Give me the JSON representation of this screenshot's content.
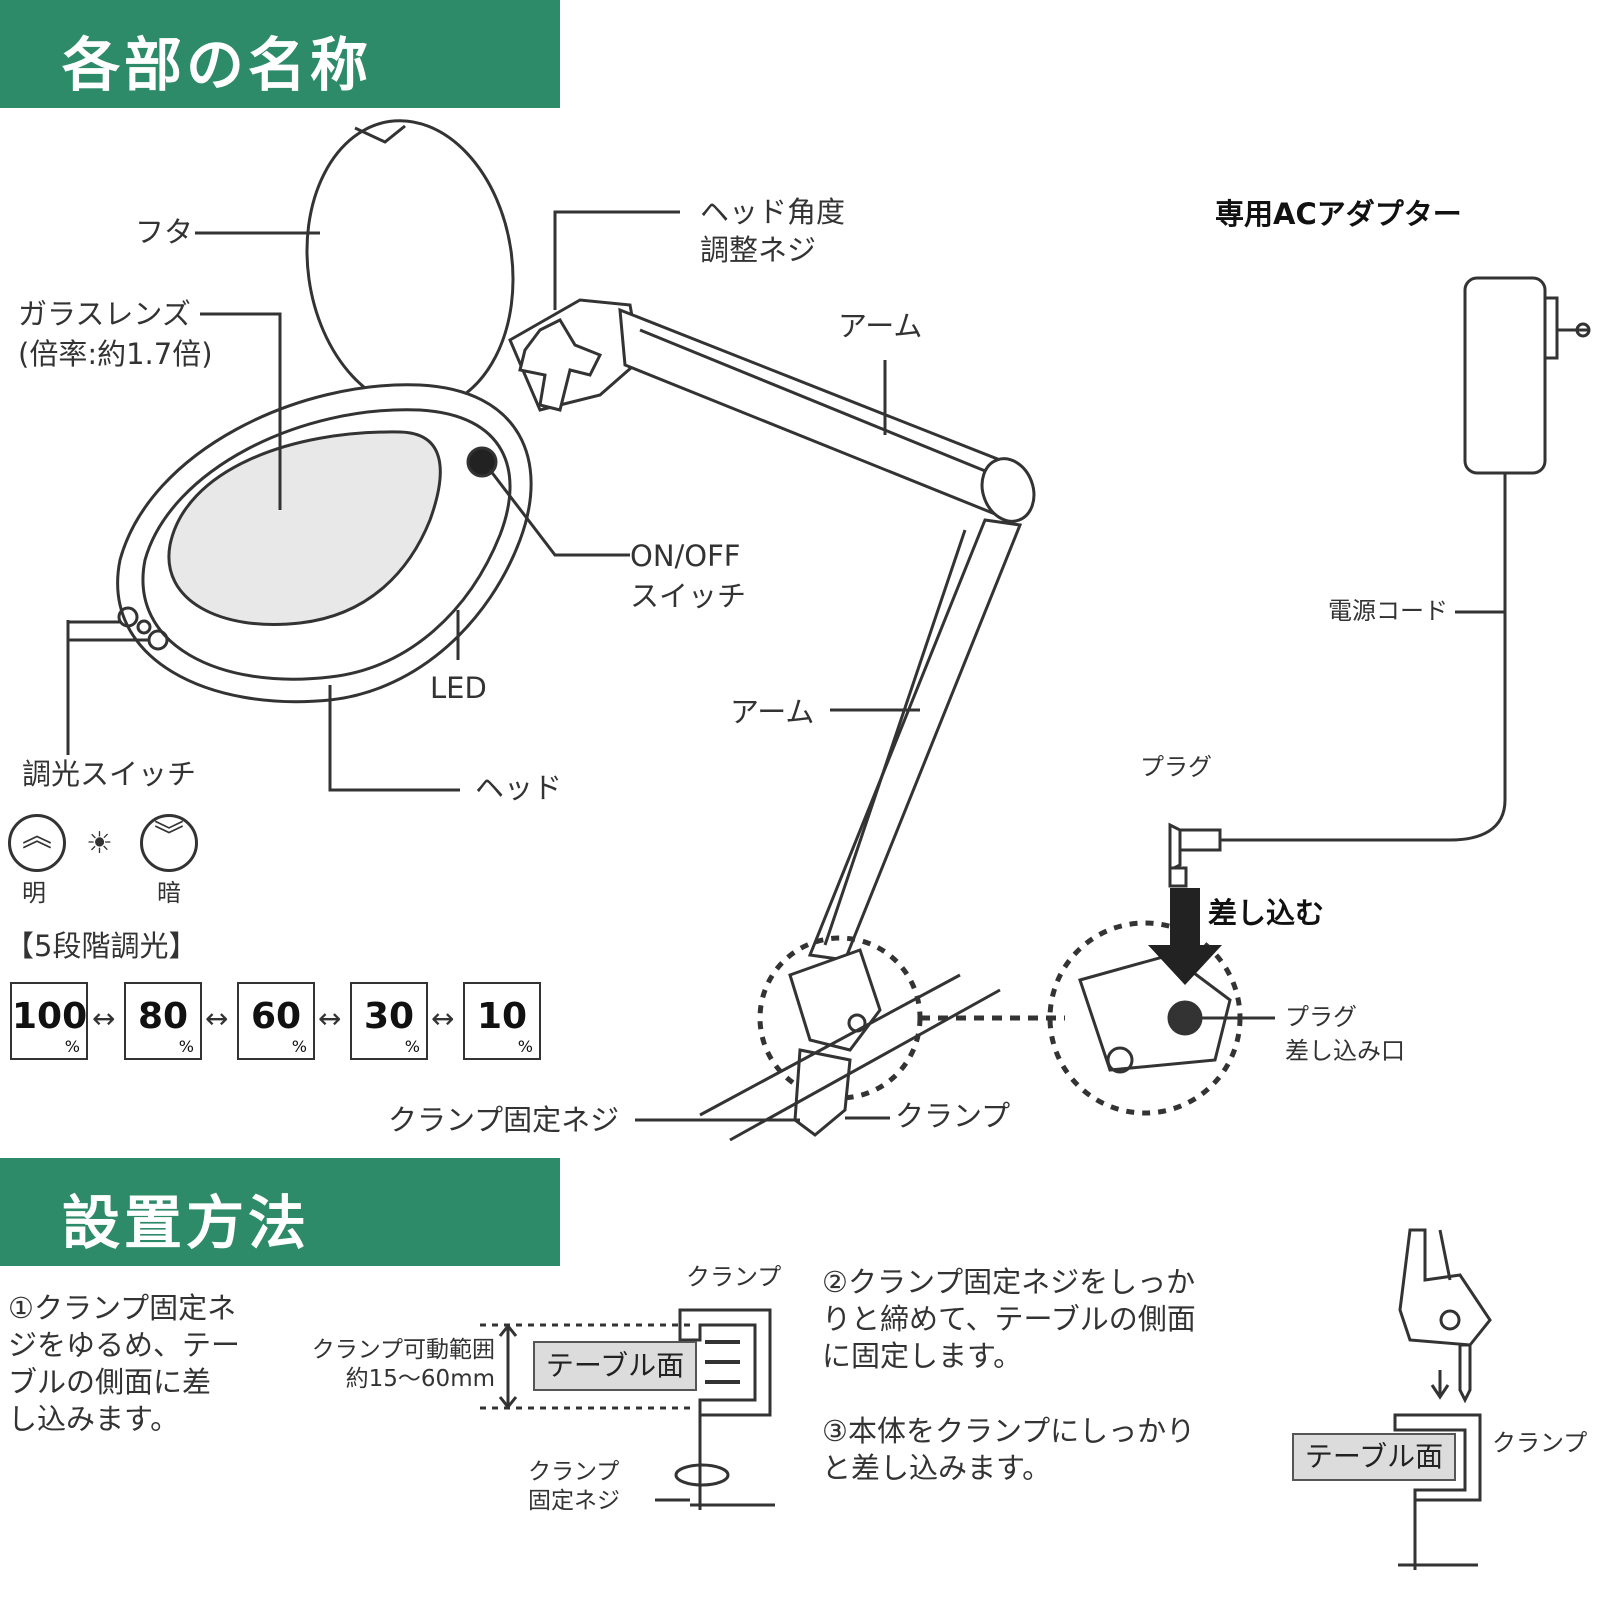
{
  "sections": {
    "parts_title": "各部の名称",
    "install_title": "設置方法"
  },
  "parts": {
    "cover": "フタ",
    "head_angle_screw_1": "ヘッド角度",
    "head_angle_screw_2": "調整ネジ",
    "glass_lens_1": "ガラスレンズ",
    "glass_lens_2": "(倍率:約1.7倍)",
    "arm_upper": "アーム",
    "onoff_1": "ON/OFF",
    "onoff_2": "スイッチ",
    "led": "LED",
    "arm_lower": "アーム",
    "dimmer_switch": "調光スイッチ",
    "head": "ヘッド",
    "clamp_screw": "クランプ固定ネジ",
    "clamp": "クランプ"
  },
  "dimmer": {
    "bright": "明",
    "dark": "暗",
    "levels_title": "【5段階調光】",
    "levels": [
      "100",
      "80",
      "60",
      "30",
      "10"
    ],
    "unit": "%",
    "separator": "↔"
  },
  "adapter": {
    "title": "専用ACアダプター",
    "cord": "電源コード",
    "plug": "プラグ",
    "insert": "差し込む",
    "plug_port_1": "プラグ",
    "plug_port_2": "差し込み口"
  },
  "install": {
    "step1": [
      "①クランプ固定ネ",
      "ジをゆるめ、テー",
      "ブルの側面に差",
      "し込みます。"
    ],
    "clamp_label": "クランプ",
    "range_1": "クランプ可動範囲",
    "range_2": "約15〜60mm",
    "table_surface": "テーブル面",
    "clamp_screw_1": "クランプ",
    "clamp_screw_2": "固定ネジ",
    "step2": [
      "②クランプ固定ネジをしっか",
      "りと締めて、テーブルの側面",
      "に固定します。"
    ],
    "step3": [
      "③本体をクランプにしっかり",
      "と差し込みます。"
    ],
    "table_surface_2": "テーブル面",
    "clamp_label_2": "クランプ"
  }
}
